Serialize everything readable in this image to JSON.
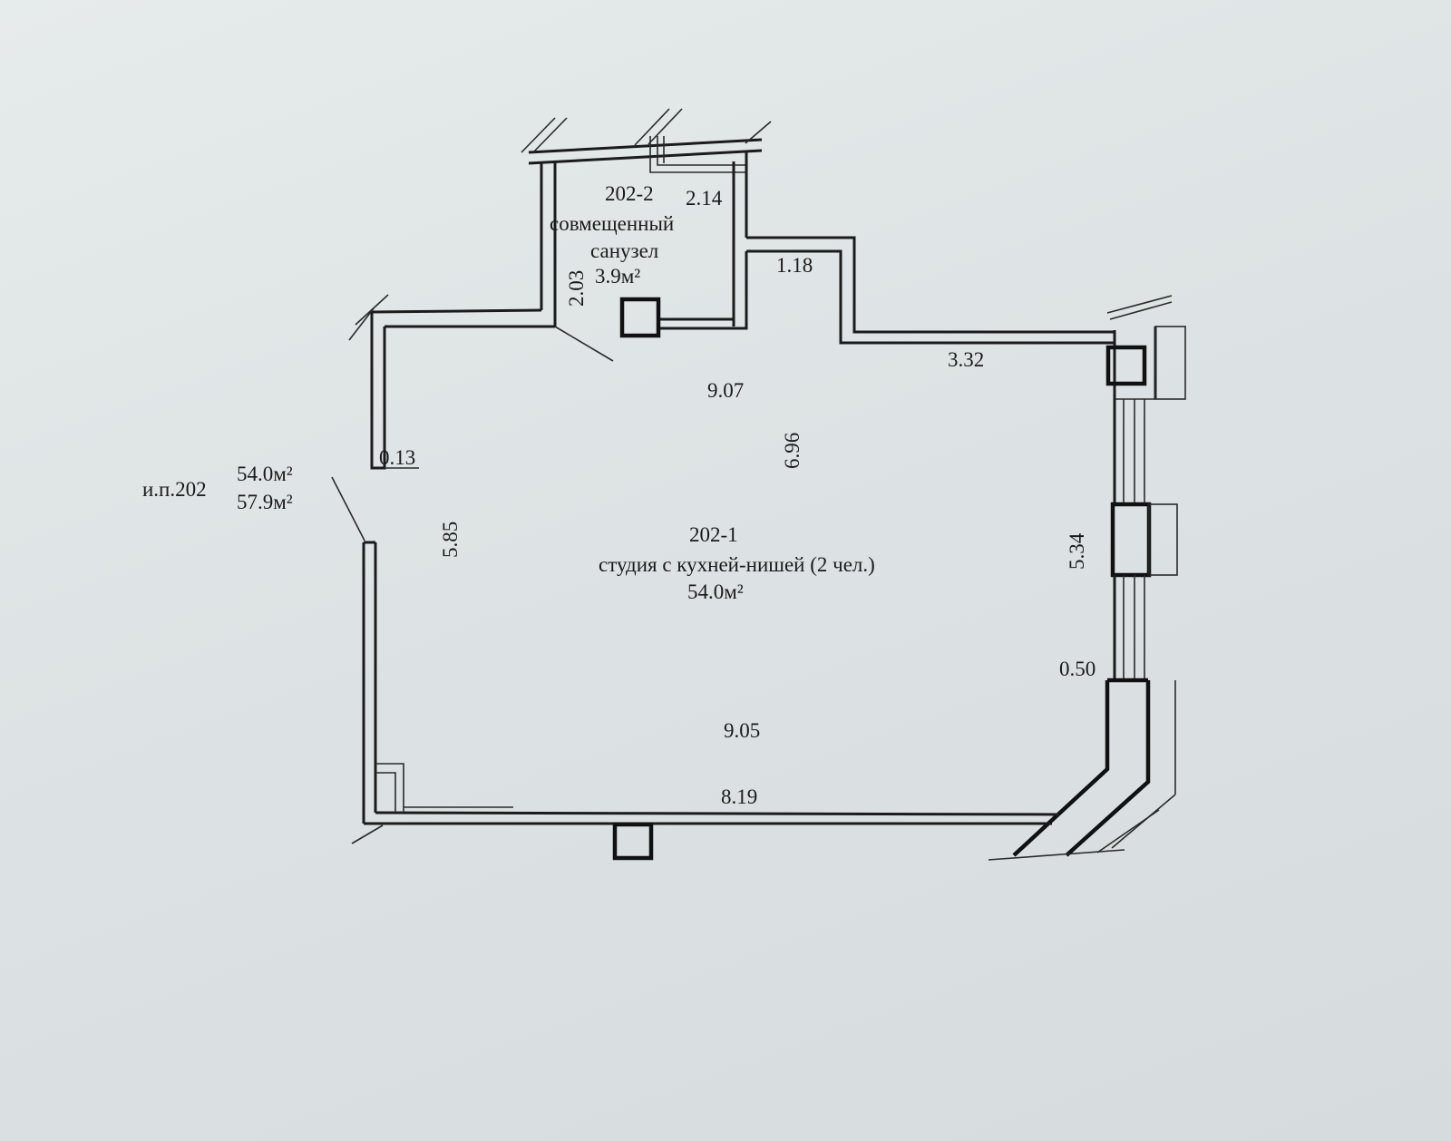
{
  "apartment": {
    "code": "и.п.202",
    "area_living": "54.0м²",
    "area_total": "57.9м²"
  },
  "rooms": {
    "bathroom": {
      "id": "202-2",
      "name_line1": "совмещенный",
      "name_line2": "санузел",
      "area": "3.9м²"
    },
    "studio": {
      "id": "202-1",
      "name": "студия с кухней-нишей (2 чел.)",
      "area": "54.0м²"
    }
  },
  "dimensions": {
    "bath_width": "2.14",
    "bath_height": "2.03",
    "step_width": "1.18",
    "top_right_wall": "3.32",
    "studio_top": "9.07",
    "studio_height_center": "6.96",
    "left_wall_stub": "0.13",
    "left_height": "5.85",
    "right_height": "5.34",
    "right_pier": "0.50",
    "studio_bottom_inner": "9.05",
    "studio_bottom_wall": "8.19"
  }
}
